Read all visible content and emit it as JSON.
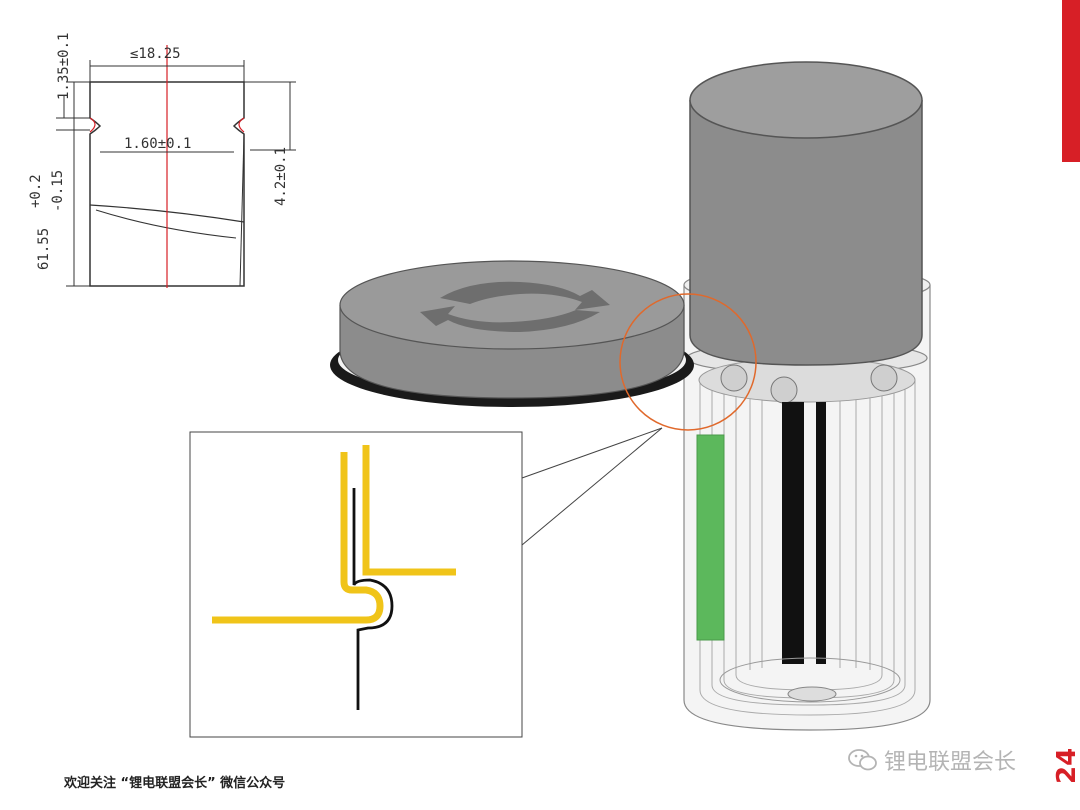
{
  "dimensions": {
    "width_max": "≤18.25",
    "top_offset": "1.35±0.1",
    "groove_width": "1.60±0.1",
    "groove_depth": "4.2±0.1",
    "height_value": "61.55",
    "height_tol_plus": "+0.2",
    "height_tol_minus": "-0.15"
  },
  "footer": {
    "text": "欢迎关注 “锂电联盟会长” 微信公众号"
  },
  "watermark": {
    "text": "锂电联盟会长"
  },
  "page_number": "24",
  "colors": {
    "accent": "#d71f26",
    "cap_gray": "#8c8c8c",
    "can_yellow": "#f0c419",
    "electrode_green": "#5cb85c",
    "callout_circle": "#e0692c"
  },
  "icons": [
    "recycle-arrows-icon",
    "wechat-icon"
  ]
}
